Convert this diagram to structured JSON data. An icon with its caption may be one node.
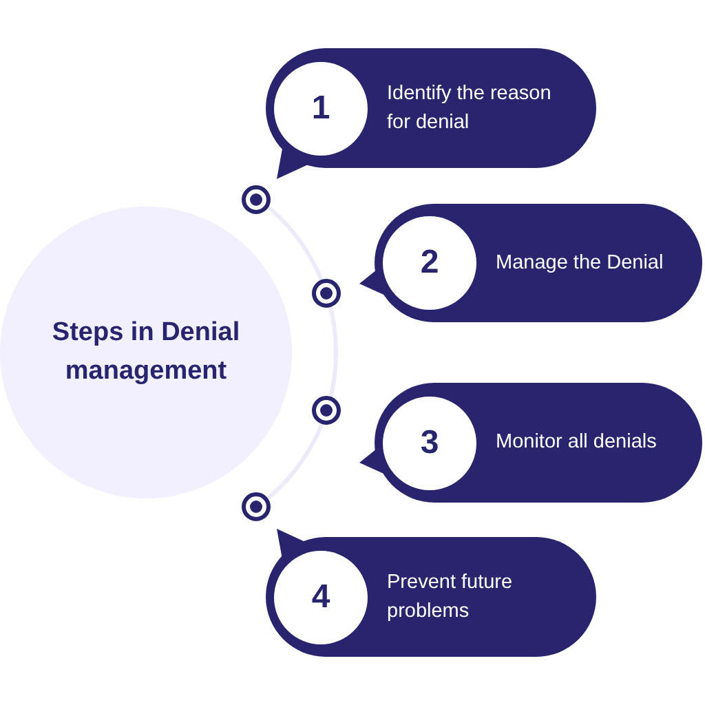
{
  "diagram": {
    "nodes": [
      {
        "text": [
          "Steps in Denial management"
        ]
      },
      {
        "text": [
          "1",
          "Identify the reason for denial"
        ]
      },
      {
        "text": [
          "2",
          "Manage the Denial"
        ]
      },
      {
        "text": [
          "3",
          "Monitor all denials"
        ]
      },
      {
        "text": [
          "4",
          "Prevent future problems"
        ]
      }
    ]
  }
}
